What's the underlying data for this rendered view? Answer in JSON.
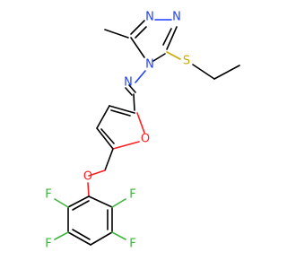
{
  "molecule": {
    "colors": {
      "carbon_bond": "#000000",
      "nitrogen": "#1f3fff",
      "oxygen": "#ff1f1f",
      "sulfur": "#c8aa00",
      "fluorine": "#3db53d"
    },
    "atoms": {
      "n_triazole_top": "N",
      "n_triazole_right": "N",
      "n_triazole_4": "N",
      "n_imine": "N",
      "s_thioether": "S",
      "o_furan": "O",
      "o_ether": "O",
      "f_top_left": "F",
      "f_top_right": "F",
      "f_bottom_left": "F",
      "f_bottom_right": "F"
    }
  }
}
